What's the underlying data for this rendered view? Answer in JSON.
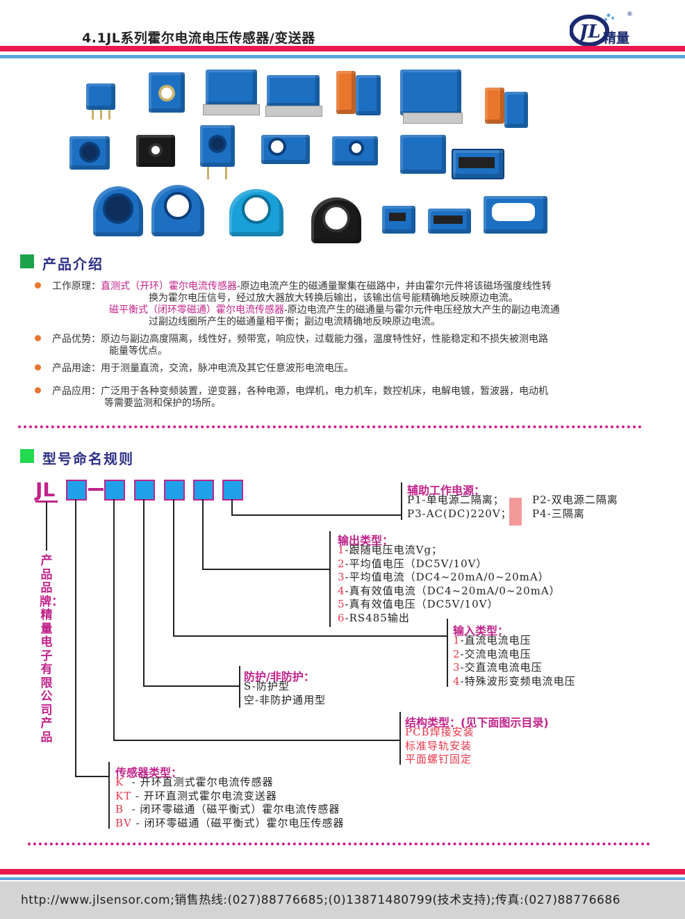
{
  "header": {
    "title": "4.1JL系列霍尔电流电压传感器/变送器",
    "logo_mark": "JL",
    "logo_text": "精量",
    "logo_registered": "®"
  },
  "intro": {
    "heading": "产品介绍",
    "principle_label": "工作原理：",
    "principle_1_type": "直测式（开环）霍尔电流传感器",
    "principle_1_text_a": "-原边电流产生的磁通量聚集在磁路中，并由霍尔元件将该磁场强度线性转",
    "principle_1_text_b": "换为霍尔电压信号，经过放大器放大转换后输出，该输出信号能精确地反映原边电流。",
    "principle_2_type": "磁平衡式（闭环零磁通）霍尔电流传感器",
    "principle_2_text_a": "-原边电流产生的磁通量与霍尔元件电压经放大产生的副边电流通",
    "principle_2_text_b": "过副边线圈所产生的磁通量相平衡；副边电流精确地反映原边电流。",
    "advantage_label": "产品优势：",
    "advantage_text_a": "原边与副边高度隔离，线性好，频带宽，响应快，过载能力强，温度特性好，性能稳定和不损失被测电路",
    "advantage_text_b": "能量等优点。",
    "usage_label": "产品用途：",
    "usage_text": "用于测量直流，交流，脉冲电流及其它任意波形电流电压。",
    "application_label": "产品应用：",
    "application_text_a": "广泛用于各种变频装置，逆变器，各种电源，电焊机，电力机车，数控机床，电解电镀，暂波器，电动机",
    "application_text_b": "等需要监测和保护的场所。"
  },
  "naming": {
    "heading": "型号命名规则",
    "prefix": "JL",
    "brand_vertical": "产品品牌：精量电子有限公司产品",
    "power": {
      "title": "辅助工作电源：",
      "p1": "P1-单电源二隔离；",
      "p2": "P2-双电源二隔离",
      "p3": "P3-AC(DC)220V；",
      "p4": "P4-三隔离"
    },
    "output": {
      "title": "输出类型：",
      "items": [
        {
          "n": "1",
          "t": "-跟随电压电流Vg；"
        },
        {
          "n": "2",
          "t": "-平均值电压（DC5V/10V）"
        },
        {
          "n": "3",
          "t": "-平均值电流（DC4~20mA/0~20mA）"
        },
        {
          "n": "4",
          "t": "-真有效值电流（DC4~20mA/0~20mA）"
        },
        {
          "n": "5",
          "t": "-真有效值电压（DC5V/10V）"
        },
        {
          "n": "6",
          "t": "-RS485输出"
        }
      ]
    },
    "input": {
      "title": "输入类型：",
      "items": [
        {
          "n": "1",
          "t": "-直流电流电压"
        },
        {
          "n": "2",
          "t": "-交流电流电压"
        },
        {
          "n": "3",
          "t": "-交直流电流电压"
        },
        {
          "n": "4",
          "t": "-特殊波形变频电流电压"
        }
      ]
    },
    "protect": {
      "title": "防护/非防护：",
      "items": [
        "S-防护型",
        "空-非防护通用型"
      ]
    },
    "structure": {
      "title": "结构类型：(见下面图示目录)",
      "items": [
        "PCB焊接安装",
        "标准导轨安装",
        "平面螺钉固定"
      ]
    },
    "sensor": {
      "title": "传感器类型：",
      "items": [
        {
          "n": "K",
          "t": "  - 开环直测式霍尔电流传感器"
        },
        {
          "n": "KT",
          "t": " - 开环直测式霍尔电流变送器"
        },
        {
          "n": "B",
          "t": "  - 闭环零磁通（磁平衡式）霍尔电流传感器"
        },
        {
          "n": "BV",
          "t": " - 闭环零磁通（磁平衡式）霍尔电压传感器"
        }
      ]
    }
  },
  "footer": {
    "contact": "http://www.jlsensor.com;销售热线:(027)88776685;(0)13871480799(技术支持);传真:(027)88776686"
  },
  "colors": {
    "accent_pink": "#c0238a",
    "band_red": "#e8194d",
    "band_blue": "#5aa6e0",
    "product_blue": "#1d6fc2",
    "number_red": "#e8364a"
  }
}
